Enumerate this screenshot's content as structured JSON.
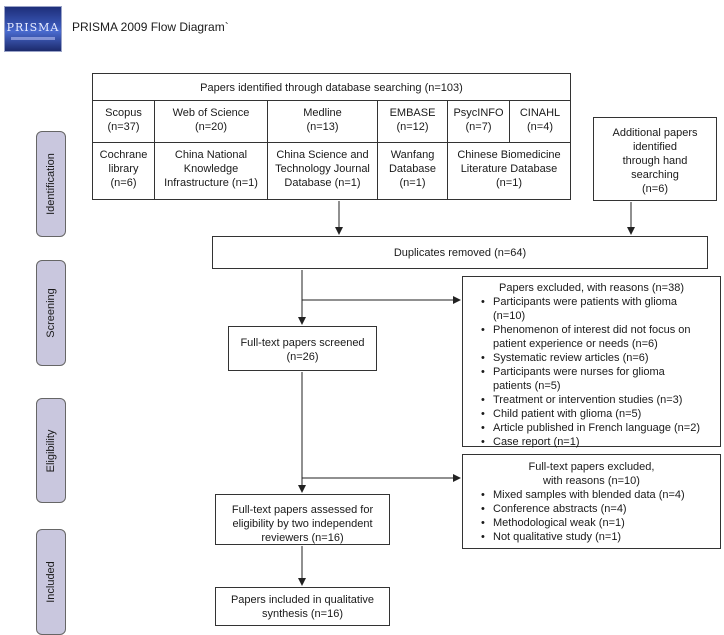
{
  "header": {
    "title": "PRISMA 2009 Flow Diagram`",
    "logo_text": "PRISMA"
  },
  "stages": [
    "Identification",
    "Screening",
    "Eligibility",
    "Included"
  ],
  "identified": {
    "title": "Papers identified through database searching (n=103)",
    "databases_row1": [
      {
        "name": "Scopus",
        "count": "(n=37)"
      },
      {
        "name": "Web of Science",
        "count": "(n=20)"
      },
      {
        "name": "Medline",
        "count": "(n=13)"
      },
      {
        "name": "EMBASE",
        "count": "(n=12)"
      },
      {
        "name": "PsycINFO",
        "count": "(n=7)"
      },
      {
        "name": "CINAHL",
        "count": "(n=4)"
      }
    ],
    "databases_row2": [
      {
        "line1": "Cochrane",
        "line2": "library",
        "line3": "(n=6)"
      },
      {
        "line1": "China National",
        "line2": "Knowledge",
        "line3": "Infrastructure (n=1)"
      },
      {
        "line1": "China Science and",
        "line2": "Technology Journal",
        "line3": "Database (n=1)"
      },
      {
        "line1": "Wanfang",
        "line2": "Database",
        "line3": "(n=1)"
      },
      {
        "line1": "Chinese Biomedicine",
        "line2": "Literature Database",
        "line3": "(n=1)"
      }
    ]
  },
  "additional": {
    "line1": "Additional papers",
    "line2": "identified",
    "line3": "through hand",
    "line4": "searching",
    "line5": "(n=6)"
  },
  "duplicates": "Duplicates removed (n=64)",
  "fulltext_screened": {
    "line1": "Full-text papers screened",
    "line2": "(n=26)"
  },
  "excluded_screening": {
    "title": "Papers excluded, with reasons (n=38)",
    "items": [
      {
        "line1": "Participants were patients with glioma",
        "line2": "(n=10)"
      },
      {
        "line1": "Phenomenon of interest did not focus on",
        "line2": "patient experience or needs (n=6)"
      },
      {
        "line1": "Systematic review articles (n=6)",
        "line2": ""
      },
      {
        "line1": "Participants were nurses for glioma",
        "line2": "patients (n=5)"
      },
      {
        "line1": "Treatment or intervention studies (n=3)",
        "line2": ""
      },
      {
        "line1": "Child patient with glioma (n=5)",
        "line2": ""
      },
      {
        "line1": "Article published in French language (n=2)",
        "line2": ""
      },
      {
        "line1": "Case report (n=1)",
        "line2": ""
      }
    ]
  },
  "assessed": {
    "line1": "Full-text papers assessed for",
    "line2": "eligibility by two independent",
    "line3": "reviewers (n=16)"
  },
  "excluded_fulltext": {
    "title1": "Full-text papers excluded,",
    "title2": "with reasons (n=10)",
    "items": [
      "Mixed samples with blended data (n=4)",
      "Conference abstracts (n=4)",
      "Methodological weak (n=1)",
      "Not qualitative study (n=1)"
    ]
  },
  "included": {
    "line1": "Papers included in qualitative",
    "line2": "synthesis (n=16)"
  }
}
